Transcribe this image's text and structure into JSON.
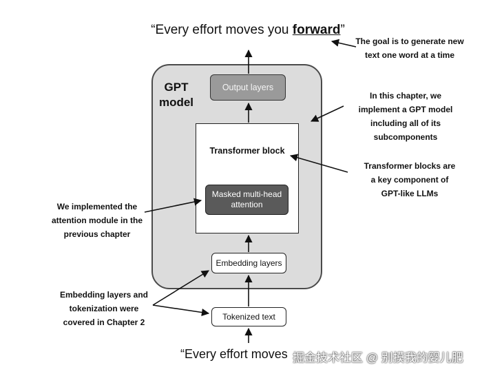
{
  "top_quote": {
    "prefix": "“Every effort moves you ",
    "emphasis": "forward",
    "suffix": "”"
  },
  "bottom_quote": "“Every effort moves",
  "gpt_label": {
    "line1": "GPT",
    "line2": "model"
  },
  "boxes": {
    "output_layers": "Output layers",
    "transformer_block": "Transformer block",
    "mmha_line1": "Masked multi-head",
    "mmha_line2": "attention",
    "embedding_layers": "Embedding layers",
    "tokenized_text": "Tokenized text"
  },
  "notes": {
    "goal": [
      "The goal is to generate new",
      "text one word at a time"
    ],
    "chapter": [
      "In this chapter, we",
      "implement a GPT model",
      "including all of its",
      "subcomponents"
    ],
    "transformer": [
      "Transformer blocks are",
      "a key component of",
      "GPT-like LLMs"
    ],
    "attention": [
      "We implemented the",
      "attention module in the",
      "previous chapter"
    ],
    "embedding": [
      "Embedding layers and",
      "tokenization were",
      "covered in Chapter 2"
    ]
  },
  "watermark": "掘金技术社区 @ 别摸我的婴儿肥"
}
